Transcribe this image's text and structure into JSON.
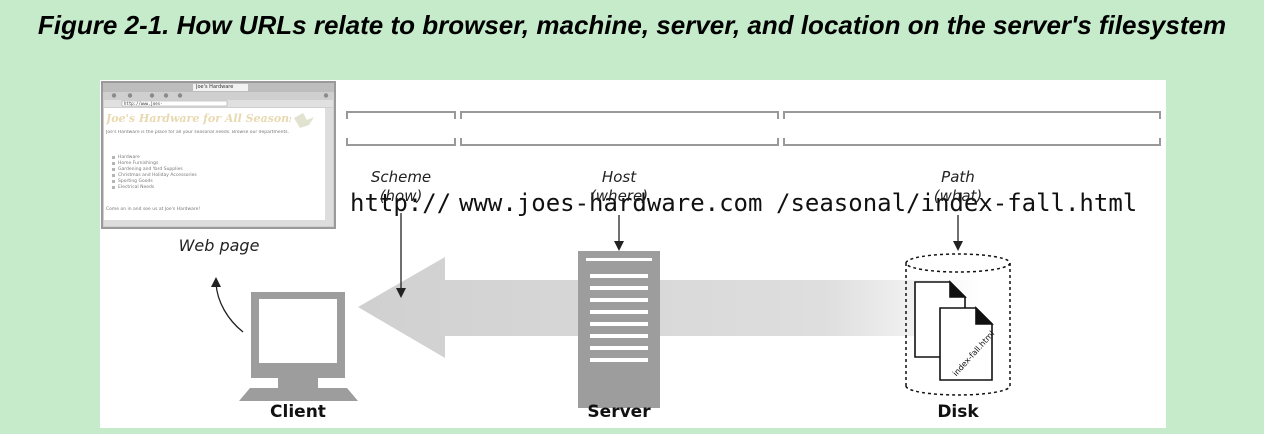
{
  "caption": "Figure 2-1. How URLs relate to browser, machine, server, and location on the server's filesystem",
  "url": {
    "scheme": "http://",
    "host": "www.joes-hardware.com",
    "path": "/seasonal/index-fall.html"
  },
  "labels": {
    "scheme": [
      "Scheme",
      "(how)"
    ],
    "host": [
      "Host",
      "(where)"
    ],
    "path": [
      "Path",
      "(what)"
    ],
    "web_page": "Web page",
    "client": "Client",
    "server": "Server",
    "disk": "Disk",
    "file": "index-fall.html"
  },
  "browser": {
    "title": "Joe's Hardware",
    "address": "http://www.joes-hardware.com/seasonal/index-fall.html",
    "heading": "Joe's Hardware for All Seasons",
    "intro": "Joe's Hardware is the place for all your seasonal needs. Browse our departments.",
    "items": [
      "Hardware",
      "Home Furnishings",
      "Gardening and Yard Supplies",
      "Christmas and Holiday Accessories",
      "Sporting Goods",
      "Electrical Needs"
    ],
    "footer": "Come on in and see us at Joe's Hardware!"
  },
  "colors": {
    "background": "#c6ebcb",
    "arrow": "#d9d9d9",
    "ink": "#111111"
  }
}
